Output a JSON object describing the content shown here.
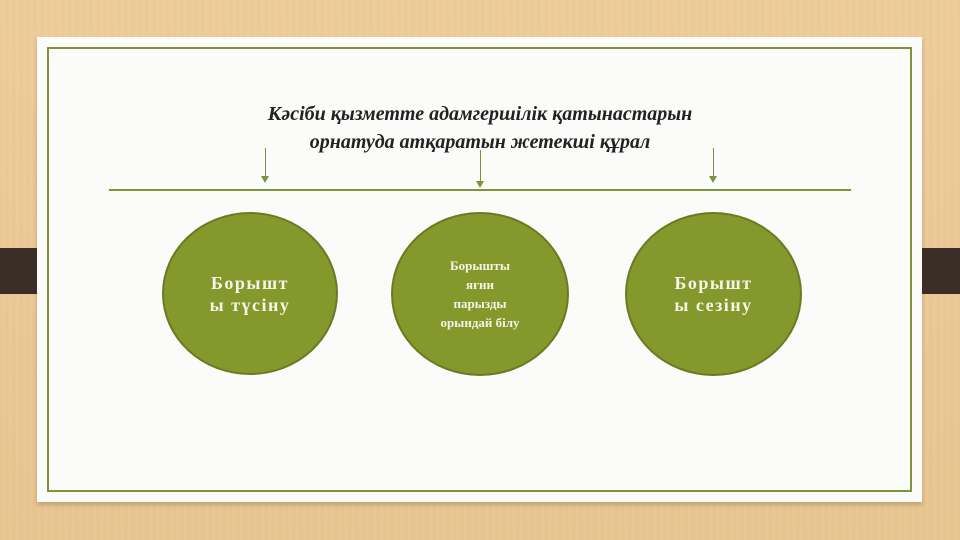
{
  "slide": {
    "title_line1": "Кәсіби қызметте адамгершілік қатынастарын",
    "title_line2": "орнатуда атқаратын жетекші құрал",
    "nodes": [
      {
        "line1": "Борышт",
        "line2": "ы түсіну"
      },
      {
        "line1": "Борышты",
        "line2": "яғни",
        "line3": "парызды",
        "line4": "орындай білу"
      },
      {
        "line1": "Борышт",
        "line2": "ы сезіну"
      }
    ],
    "colors": {
      "accent": "#7e943a",
      "circle_fill": "#84982b",
      "circle_text": "#f4f4e8",
      "background": "#ecc994",
      "bar": "#3a2e26"
    }
  }
}
